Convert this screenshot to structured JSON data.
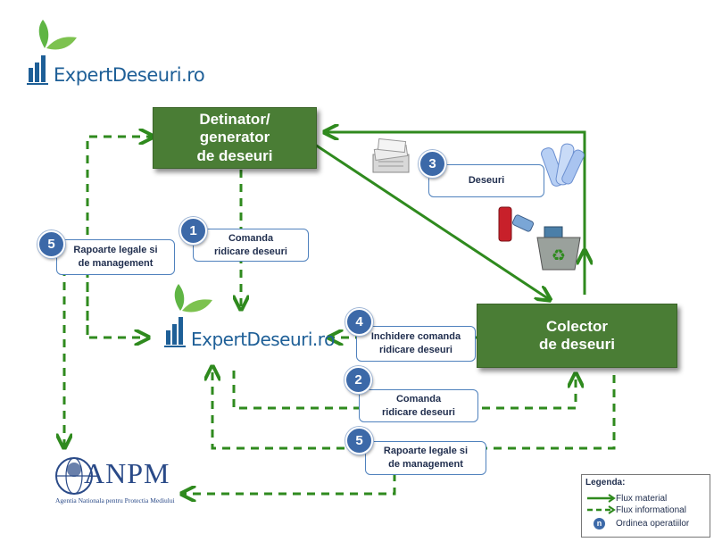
{
  "brand": {
    "top_logo_text": "ExpertDeseuri.ro",
    "center_logo_text": "ExpertDeseuri.ro"
  },
  "nodes": {
    "generator": "Detinator/\ngenerator\nde deseuri",
    "collector": "Colector\nde deseuri"
  },
  "labels": {
    "step1": "Comanda\nridicare deseuri",
    "step2": "Comanda\nridicare deseuri",
    "step3": "Deseuri",
    "step4": "Inchidere comanda\nridicare deseuri",
    "step5_left": "Rapoarte legale si\nde management",
    "step5_bottom": "Rapoarte legale si\nde management"
  },
  "badges": {
    "b1": "1",
    "b2": "2",
    "b3": "3",
    "b4": "4",
    "b5a": "5",
    "b5b": "5",
    "legend_n": "n"
  },
  "anpm": {
    "title": "ANPM",
    "subtitle": "Agentia Nationala pentru Protectia Mediului"
  },
  "legend": {
    "title": "Legenda:",
    "material": "Flux material",
    "informational": "Flux informational",
    "order": "Ordinea operatiilor"
  },
  "colors": {
    "flow_green": "#2f8a1e",
    "box_green": "#4a7d35",
    "badge_blue": "#3c69a8",
    "brand_blue": "#1e5f97"
  }
}
